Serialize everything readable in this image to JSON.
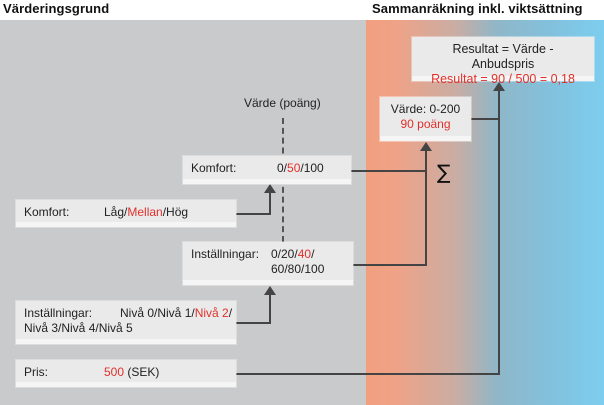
{
  "headings": {
    "left": "Värderingsgrund",
    "right": "Sammanräkning inkl. viktsättning"
  },
  "axis_label": "Värde (poäng)",
  "sigma_symbol": "∑",
  "result_box": {
    "formula": "Resultat = Värde - Anbudspris",
    "calculation": "Resultat = 90 / 500 = 0,18"
  },
  "value_box": {
    "range": "Värde: 0-200",
    "score": "90 poäng"
  },
  "komfort_score": {
    "label": "Komfort:",
    "options": [
      "0/",
      "50",
      "/100"
    ],
    "selected": "50"
  },
  "komfort_level": {
    "label": "Komfort:",
    "before": "Låg/",
    "selected": "Mellan",
    "after": "/Hög"
  },
  "settings_score": {
    "label": "Inställningar:",
    "line1_before": "0/20/",
    "selected": "40",
    "line1_after": "/",
    "line2": "60/80/100"
  },
  "settings_level": {
    "label": "Inställningar:",
    "line1_before": "Nivå 0/Nivå 1/",
    "selected": "Nivå 2",
    "line1_after": "/",
    "line2": "Nivå 3/Nivå 4/Nivå 5"
  },
  "price": {
    "label": "Pris:",
    "amount": "500",
    "unit": " (SEK)"
  },
  "colors": {
    "highlight": "#e0312b",
    "panel_left": "#c9cacb",
    "gradient_start": "#f29f80",
    "gradient_end": "#7dcdef"
  }
}
